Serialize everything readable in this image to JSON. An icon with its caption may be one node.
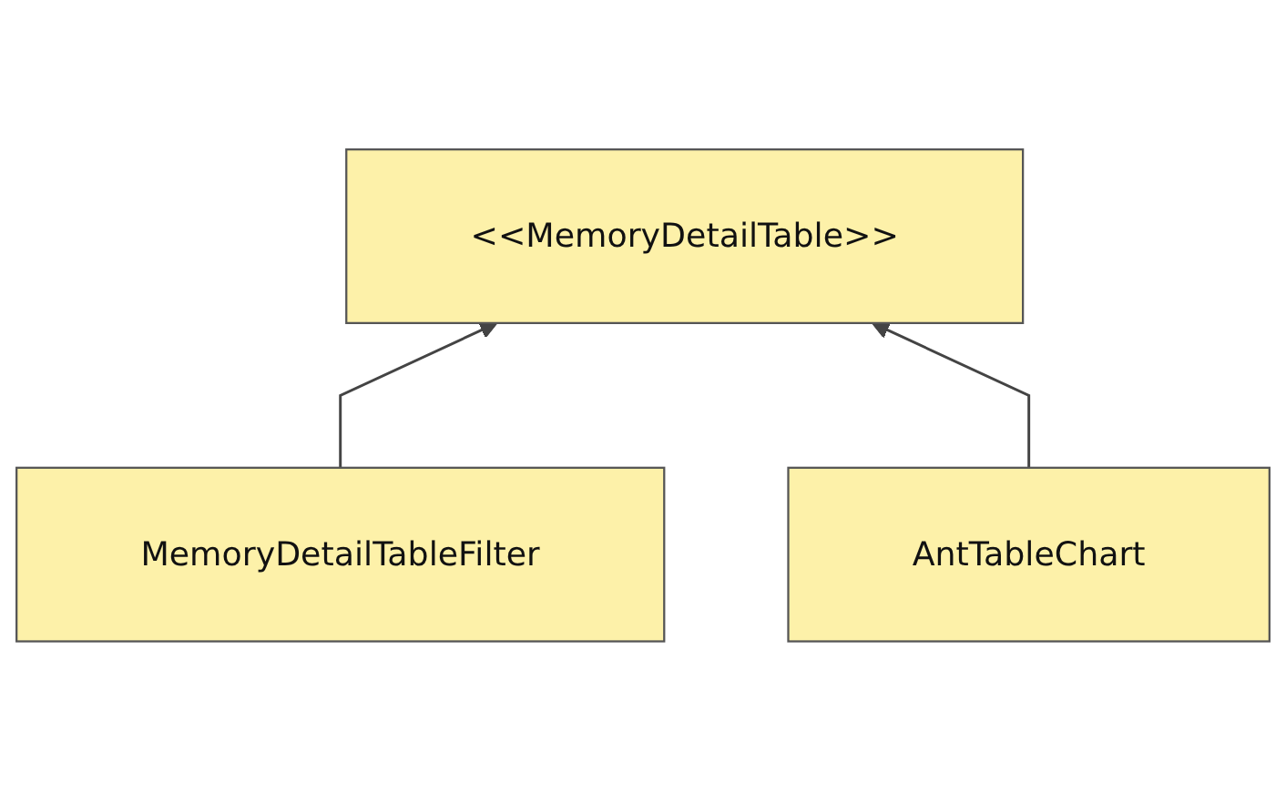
{
  "diagram": {
    "nodes": [
      {
        "text": [
          "<<MemoryDetailTable>>"
        ]
      },
      {
        "text": [
          "MemoryDetailTableFilter"
        ]
      },
      {
        "text": [
          "AntTableChart"
        ]
      }
    ],
    "edges": [
      {
        "from": 1,
        "to": 0,
        "arrow": "to"
      },
      {
        "from": 2,
        "to": 0,
        "arrow": "to"
      }
    ]
  }
}
